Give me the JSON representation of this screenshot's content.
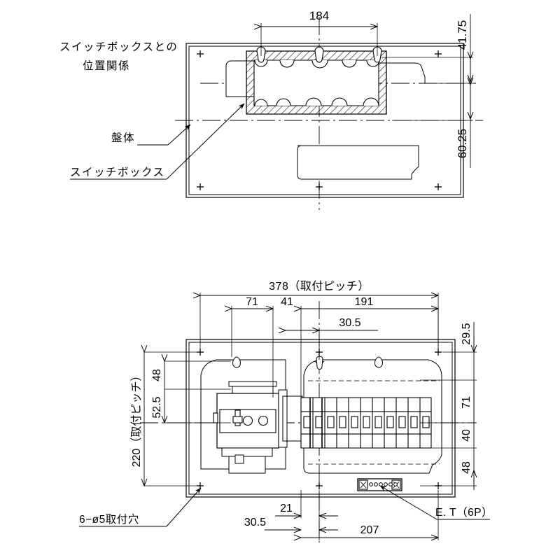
{
  "drawing": {
    "title": "Distribution Panel Dimensional Drawing",
    "line_color": "#000000",
    "background": "#ffffff"
  },
  "upper_view": {
    "name": "switch-box-relation-view",
    "labels": {
      "title_line1": "スイッチボックスとの",
      "title_line2": "位置関係",
      "panel_body": "盤体",
      "switch_box": "スイッチボックス"
    },
    "dimensions": {
      "width_184": "184",
      "top_41_75": "41.75",
      "lower_60_25": "60.25"
    }
  },
  "lower_view": {
    "name": "panel-front-view",
    "dimensions": {
      "overall_378": "378（取付ピッチ）",
      "seg_71": "71",
      "seg_41": "41",
      "seg_191": "191",
      "top_30_5": "30.5",
      "right_29_5": "29.5",
      "right_71": "71",
      "right_40": "40",
      "right_48": "48",
      "left_220": "220（取付ピッチ）",
      "left_52_5": "52.5",
      "left_48": "48",
      "bottom_21": "21",
      "bottom_30_5": "30.5",
      "bottom_207": "207"
    },
    "labels": {
      "mount_holes": "6−ø5取付穴",
      "earth_terminal": "E. T（6P）"
    },
    "components": {
      "main_breaker": "main-breaker",
      "branch_breaker_count": 11,
      "earth_terminal_poles": 6
    }
  }
}
